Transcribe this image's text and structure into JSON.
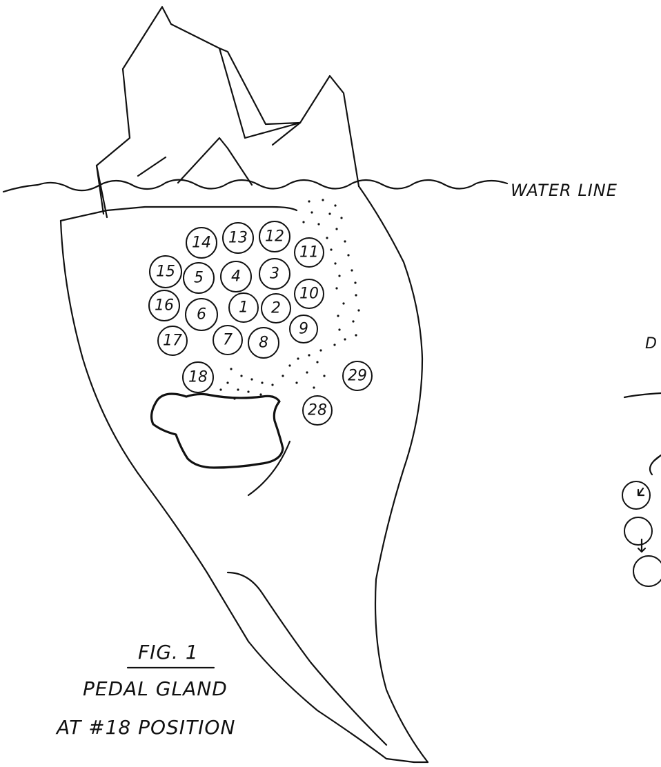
{
  "labels": {
    "water_line": "WATER LINE",
    "fig_title": "FIG. 1",
    "caption_line1": "PEDAL GLAND",
    "caption_line2": "AT #18 POSITION",
    "partial_right": "D"
  },
  "circles": [
    {
      "n": "1"
    },
    {
      "n": "2"
    },
    {
      "n": "3"
    },
    {
      "n": "4"
    },
    {
      "n": "5"
    },
    {
      "n": "6"
    },
    {
      "n": "7"
    },
    {
      "n": "8"
    },
    {
      "n": "9"
    },
    {
      "n": "10"
    },
    {
      "n": "11"
    },
    {
      "n": "12"
    },
    {
      "n": "13"
    },
    {
      "n": "14"
    },
    {
      "n": "15"
    },
    {
      "n": "16"
    },
    {
      "n": "17"
    },
    {
      "n": "18"
    },
    {
      "n": "28"
    },
    {
      "n": "29"
    }
  ],
  "colors": {
    "ink": "#111111",
    "paper": "#ffffff"
  }
}
